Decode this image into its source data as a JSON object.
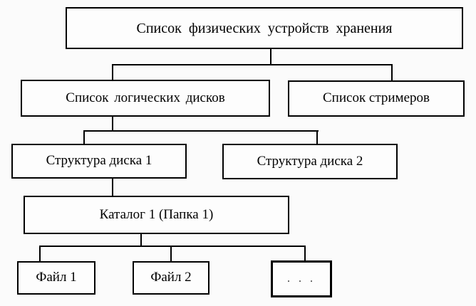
{
  "diagram": {
    "type": "tree",
    "description": "Hierarchy of storage: physical devices, logical disks, streamers, disk structures, catalogs, files",
    "colors": {
      "background": "#fbfbfb",
      "node_border": "#000000",
      "node_fill": "#fdfdfd",
      "text": "#000000",
      "line": "#000000"
    },
    "nodes": {
      "physical_devices": {
        "label": "Список физических устройств хранения"
      },
      "logical_disks": {
        "label": "Список логических дисков"
      },
      "streamers": {
        "label": "Список стримеров"
      },
      "disk_structure_1": {
        "label": "Структура диска 1"
      },
      "disk_structure_2": {
        "label": "Структура диска 2"
      },
      "catalog_1": {
        "label": "Каталог 1 (Папка 1)"
      },
      "file_1": {
        "label": "Файл 1"
      },
      "file_2": {
        "label": "Файл 2"
      },
      "ellipsis": {
        "label": ". . ."
      }
    },
    "edges": [
      {
        "from": "physical_devices",
        "to": "logical_disks"
      },
      {
        "from": "physical_devices",
        "to": "streamers"
      },
      {
        "from": "logical_disks",
        "to": "disk_structure_1"
      },
      {
        "from": "logical_disks",
        "to": "disk_structure_2"
      },
      {
        "from": "disk_structure_1",
        "to": "catalog_1"
      },
      {
        "from": "catalog_1",
        "to": "file_1"
      },
      {
        "from": "catalog_1",
        "to": "file_2"
      },
      {
        "from": "catalog_1",
        "to": "ellipsis"
      }
    ]
  }
}
